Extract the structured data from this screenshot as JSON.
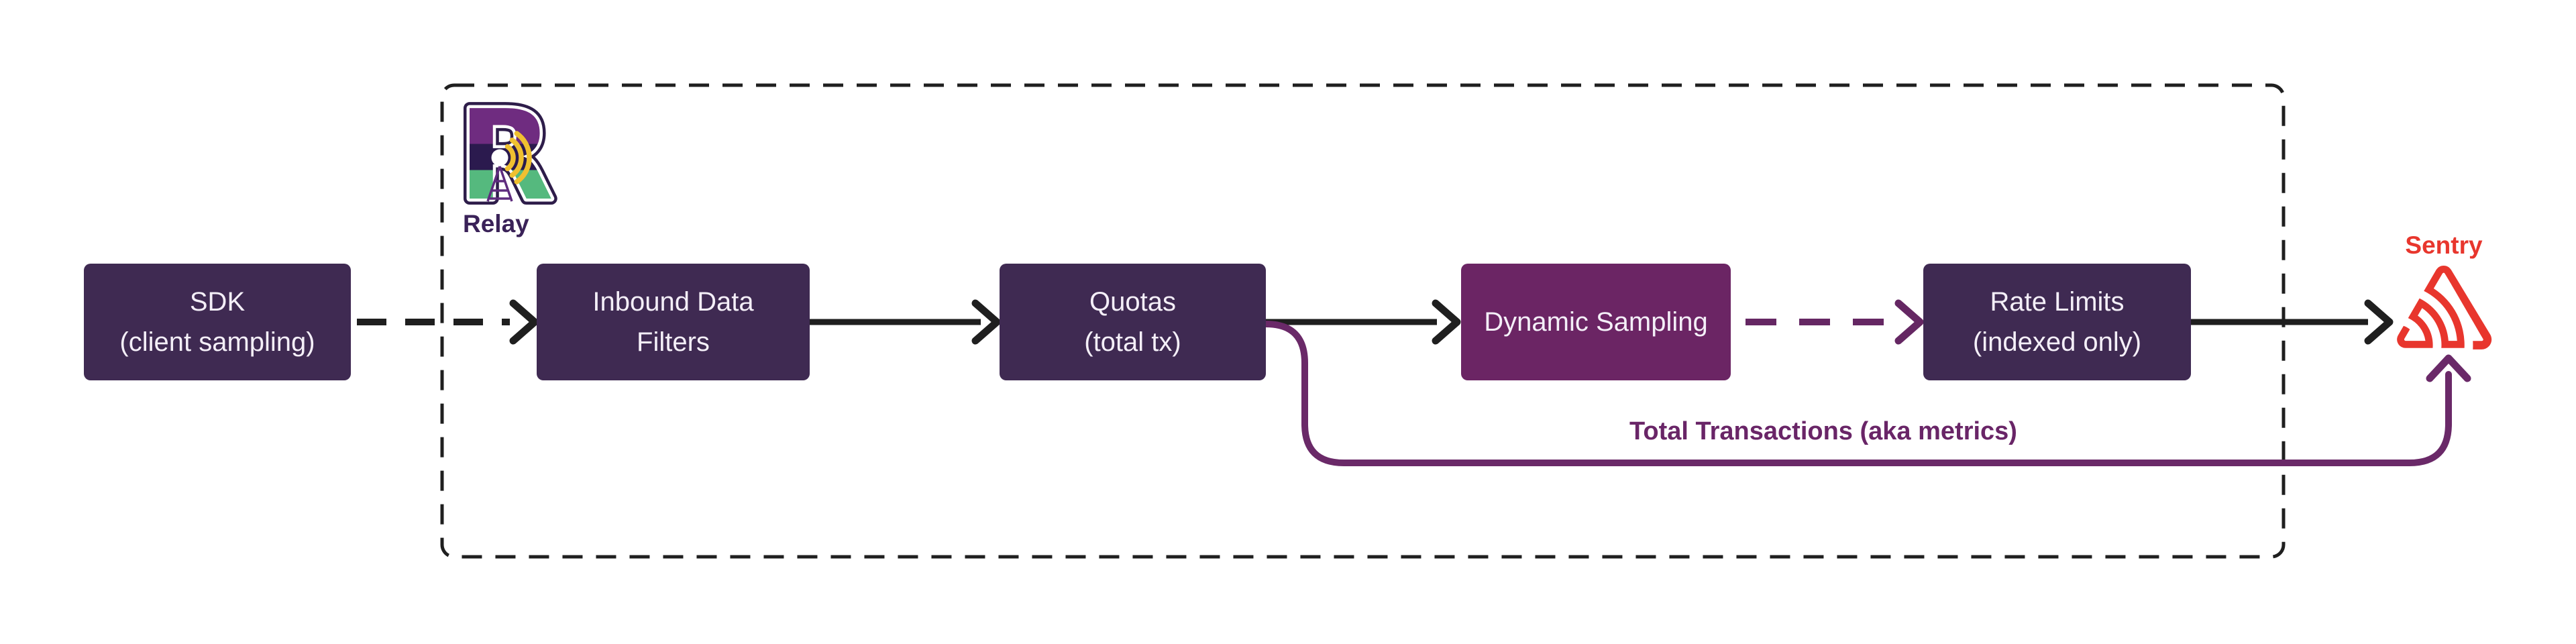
{
  "nodes": {
    "sdk": {
      "lines": [
        "SDK",
        "(client sampling)"
      ]
    },
    "inbound_filters": {
      "lines": [
        "Inbound Data",
        "Filters"
      ]
    },
    "quotas": {
      "lines": [
        "Quotas",
        "(total tx)"
      ]
    },
    "dynamic_sampling": {
      "lines": [
        "Dynamic Sampling"
      ]
    },
    "rate_limits": {
      "lines": [
        "Rate Limits",
        "(indexed only)"
      ]
    }
  },
  "labels": {
    "relay": "Relay",
    "sentry": "Sentry",
    "bypass": "Total Transactions (aka metrics)"
  },
  "edges": [
    {
      "from": "sdk",
      "to": "inbound_filters",
      "style": "dashed",
      "color": "#1F1F1F"
    },
    {
      "from": "inbound_filters",
      "to": "quotas",
      "style": "solid",
      "color": "#1F1F1F"
    },
    {
      "from": "quotas",
      "to": "dynamic_sampling",
      "style": "solid",
      "color": "#1F1F1F"
    },
    {
      "from": "dynamic_sampling",
      "to": "rate_limits",
      "style": "dashed",
      "color": "#652763"
    },
    {
      "from": "rate_limits",
      "to": "sentry",
      "style": "solid",
      "color": "#1F1F1F"
    },
    {
      "from": "quotas",
      "to": "sentry",
      "style": "solid",
      "color": "#6A2968",
      "label": "Total Transactions (aka metrics)"
    }
  ],
  "colors": {
    "node_dark": "#3F2A52",
    "node_highlight": "#6B2564",
    "node_text": "#F4EFF8",
    "flow_black": "#1F1F1F",
    "flow_purple": "#6A2968",
    "bypass_label_text": "#692567",
    "relay_label_text": "#3A2258",
    "sentry_red": "#E8362D",
    "relay_logo_yellow": "#F0C030",
    "relay_logo_green": "#55B97E",
    "relay_logo_blue": "#4FA9DC",
    "relay_logo_purple": "#6F2C80",
    "background": "#FFFFFF"
  }
}
